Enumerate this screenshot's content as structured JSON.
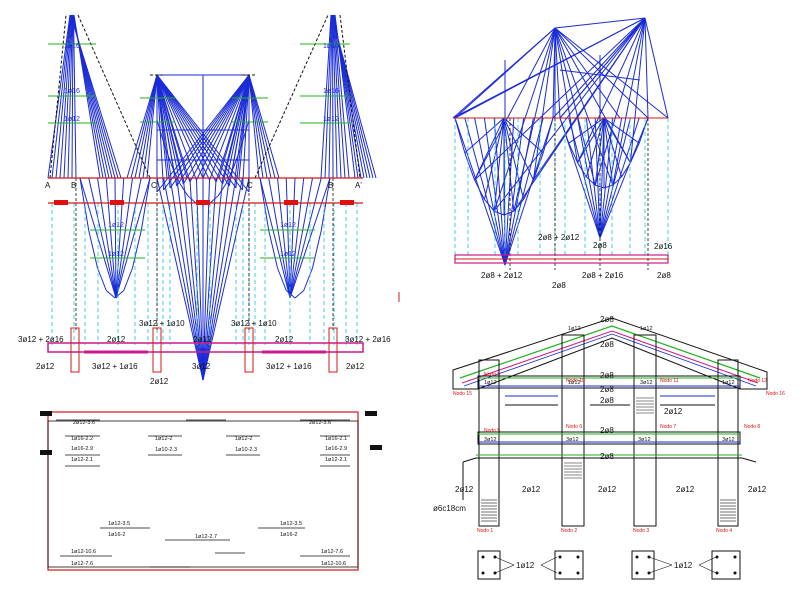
{
  "colors": {
    "truss": "#1a2bd8",
    "beam": "#d01818",
    "rebar_magenta": "#cc1a8c",
    "green": "#1fb31f",
    "cyan": "#19c4d8",
    "black": "#111111",
    "node_red": "#e01010"
  },
  "left_elevation": {
    "axis_labels": [
      "A",
      "B",
      "C",
      "C",
      "B",
      "A'"
    ],
    "rebar_peak_labels": [
      "1ø16",
      "1ø16",
      "1ø12",
      "1ø16",
      "1ø16",
      "1ø12"
    ],
    "rebar_valley_labels": [
      "1ø12",
      "1ø12",
      "1ø12",
      "1ø12"
    ],
    "beam_labels_top": [
      "3ø12 + 2ø16",
      "2ø12",
      "3ø12 + 1ø10",
      "2ø12",
      "3ø12 + 1ø10",
      "2ø12",
      "3ø12 + 2ø16"
    ],
    "beam_labels_bottom": [
      "2ø12",
      "3ø12 + 1ø16",
      "2ø12",
      "3ø12",
      "3ø12 + 1ø16",
      "2ø12"
    ]
  },
  "right_elevation": {
    "labels": [
      "2ø8 + 2ø12",
      "2ø8",
      "2ø16",
      "2ø8 + 2ø12",
      "2ø8",
      "2ø8 + 2ø16",
      "2ø8"
    ]
  },
  "plan": {
    "rows": [
      [
        "2ø12-3.6",
        "2ø12-3.6"
      ],
      [
        "1ø16-2.2",
        "1ø12-2",
        "1ø12-2",
        "1ø16-2.1"
      ],
      [
        "1ø16-2.9",
        "1ø10-2.3",
        "1ø10-2.3",
        "1ø16-2.9"
      ],
      [
        "1ø12-2.1",
        "1ø12-2.1"
      ],
      [
        "1ø12-3.5",
        "1ø12-3.5"
      ],
      [
        "1ø16-2",
        "1ø12-2.7",
        "1ø16-2"
      ],
      [
        "1ø12-10.6",
        "1ø12-7.6"
      ],
      [
        "1ø12-7.6",
        "1ø12-10.6"
      ]
    ]
  },
  "frame": {
    "top_labels": [
      "2ø8",
      "2ø8",
      "2ø8"
    ],
    "mid_labels": [
      "2ø8",
      "2ø8",
      "2ø12",
      "2ø8",
      "2ø8"
    ],
    "column_labels": [
      "2ø12",
      "2ø12",
      "2ø12",
      "2ø12",
      "2ø12"
    ],
    "stirrup_label": "ø6c18cm",
    "beam_small_labels": [
      "1ø12",
      "1ø12",
      "1ø12",
      "1ø12",
      "1ø12",
      "3ø12",
      "3ø12",
      "3ø12",
      "3ø12",
      "3ø12"
    ],
    "node_labels": [
      "Nodo 15",
      "Nodo 16",
      "Nodo 5",
      "Nodo 6",
      "Nodo 7",
      "Nodo 8",
      "Nodo 9",
      "Nodo 10",
      "Nodo 11",
      "Nodo 12",
      "Nodo 1",
      "Nodo 2",
      "Nodo 3",
      "Nodo 4"
    ],
    "sections": [
      "1ø12",
      "1ø12"
    ]
  }
}
